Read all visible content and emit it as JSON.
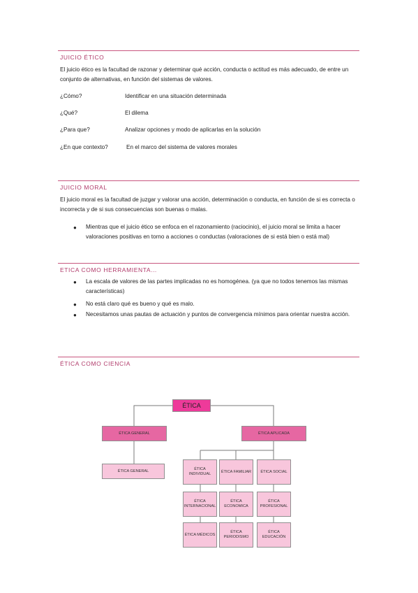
{
  "sections": {
    "juicio_etico": {
      "heading": "JUICIO ÉTICO",
      "paragraph": "El juicio ético es la facultad de razonar y determinar qué acción, conducta o actitud es más adecuado, de entre un conjunto de alternativas, en función del sistemas de valores.",
      "qa": [
        {
          "q": "¿Cómo?",
          "a": "Identificar en una situación determinada"
        },
        {
          "q": "¿Qué?",
          "a": "El dilema"
        },
        {
          "q": "¿Para que?",
          "a": "Analizar opciones y modo de aplicarlas en la solución"
        },
        {
          "q": "¿En que contexto?",
          "a": "En el marco del sistema de valores morales"
        }
      ]
    },
    "juicio_moral": {
      "heading": "JUICIO MORAL",
      "paragraph": "El juicio moral es la facultad de juzgar y valorar una acción, determinación o conducta, en función de si es correcta o incorrecta y de si sus consecuencias son buenas o malas.",
      "bullets": [
        "Mientras que el juicio ético se enfoca en el razonamiento (raciocinio), el juicio moral se limita a hacer valoraciones positivas en torno a acciones o conductas (valoraciones de si está bien o está mal)"
      ]
    },
    "etica_herramienta": {
      "heading": "ETICA COMO HERRAMIENTA…",
      "bullets": [
        "La escala de valores de las partes implicadas no es homogénea. (ya que no todos tenemos las mismas características)",
        "No está claro qué es bueno y qué es malo.",
        "Necesitamos unas pautas de actuación y puntos de convergencia mínimos para orientar nuestra acción."
      ]
    },
    "etica_ciencia": {
      "heading": "ÉTICA COMO CIENCIA"
    }
  },
  "bullet_symbol": "●",
  "diagram": {
    "root": "ÉTICA",
    "left_branch": "ÉTICA GENERAL",
    "left_child": "ÉTICA GENERAL",
    "right_branch": "ÉTICA APLICADA",
    "grid": [
      [
        "ÉTICA INDIVIDUAL",
        "ÉTICA FAMILIAR",
        "ÉTICA SOCIAL"
      ],
      [
        "ÉTICA INTERNACIONAL",
        "ÉTICA ECONOMICA",
        "ÉTICA PROFESIONAL"
      ],
      [
        "ÉTICA MÉDICOS",
        "ÉTICA PERIODISMO",
        "ÉTICA EDUCACIÓN"
      ]
    ]
  },
  "colors": {
    "rule": "#c8567f",
    "heading": "#b03a6a",
    "root_fill": "#ee3a9a",
    "branch_fill": "#e667a2",
    "child_fill": "#f8c6dc"
  }
}
